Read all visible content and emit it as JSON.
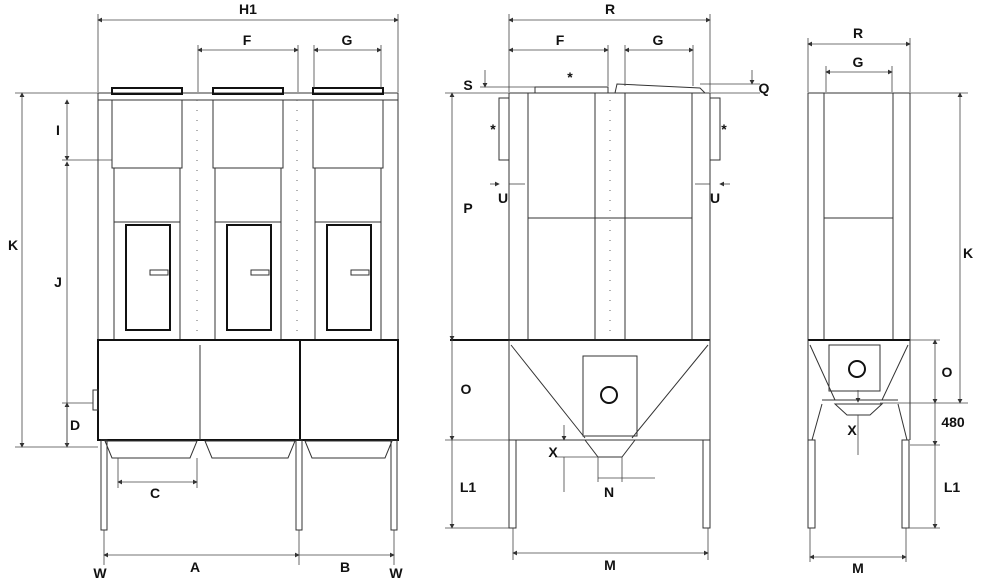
{
  "front_view": {
    "labels": {
      "H1": "H1",
      "F": "F",
      "G": "G",
      "I": "I",
      "J": "J",
      "K": "K",
      "D": "D",
      "C": "C",
      "A": "A",
      "B": "B",
      "W_left": "W",
      "W_right": "W"
    }
  },
  "side_view": {
    "labels": {
      "R": "R",
      "F": "F",
      "G": "G",
      "S": "S",
      "Q": "Q",
      "star_top": "*",
      "star_left": "*",
      "star_right": "*",
      "U_left": "U",
      "U_right": "U",
      "P": "P",
      "O": "O",
      "L1": "L1",
      "X": "X",
      "N": "N",
      "M": "M"
    }
  },
  "end_view": {
    "labels": {
      "R": "R",
      "G": "G",
      "K": "K",
      "O": "O",
      "480": "480",
      "X": "X",
      "L1": "L1",
      "M": "M"
    }
  },
  "colors": {
    "line": "#333333",
    "background": "#ffffff"
  }
}
